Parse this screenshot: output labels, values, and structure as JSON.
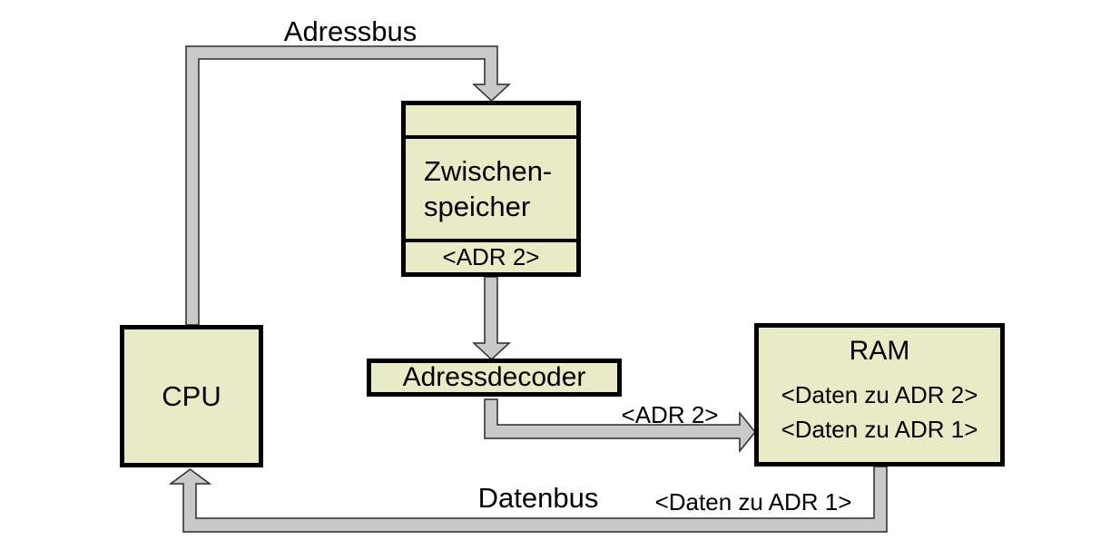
{
  "diagram": {
    "colors": {
      "box_fill": "#e9eac6",
      "box_border": "#000000",
      "bus_fill": "#c9c9c9",
      "bus_outline": "#2a2a2a",
      "text_color": "#000000",
      "background": "#ffffff"
    },
    "nodes": {
      "cpu": {
        "label": "CPU"
      },
      "buffer": {
        "title_line1": "Zwischen-",
        "title_line2": "speicher",
        "slot": "<ADR 2>"
      },
      "decoder": {
        "label": "Adressdecoder"
      },
      "ram": {
        "title": "RAM",
        "rows": [
          "<Daten zu ADR 2>",
          "<Daten zu ADR 1>"
        ]
      }
    },
    "bus_labels": {
      "address_bus": "Adressbus",
      "data_bus": "Datenbus",
      "adr2": "<ADR 2>",
      "daten_adr1": "<Daten zu ADR 1>"
    },
    "flows": [
      {
        "bus": "Adressbus",
        "from": "CPU",
        "to": "Zwischenspeicher"
      },
      {
        "bus": "",
        "from": "Zwischenspeicher",
        "to": "Adressdecoder"
      },
      {
        "bus": "<ADR 2>",
        "from": "Adressdecoder",
        "to": "RAM"
      },
      {
        "bus": "Datenbus",
        "from": "RAM",
        "to": "CPU"
      }
    ]
  }
}
